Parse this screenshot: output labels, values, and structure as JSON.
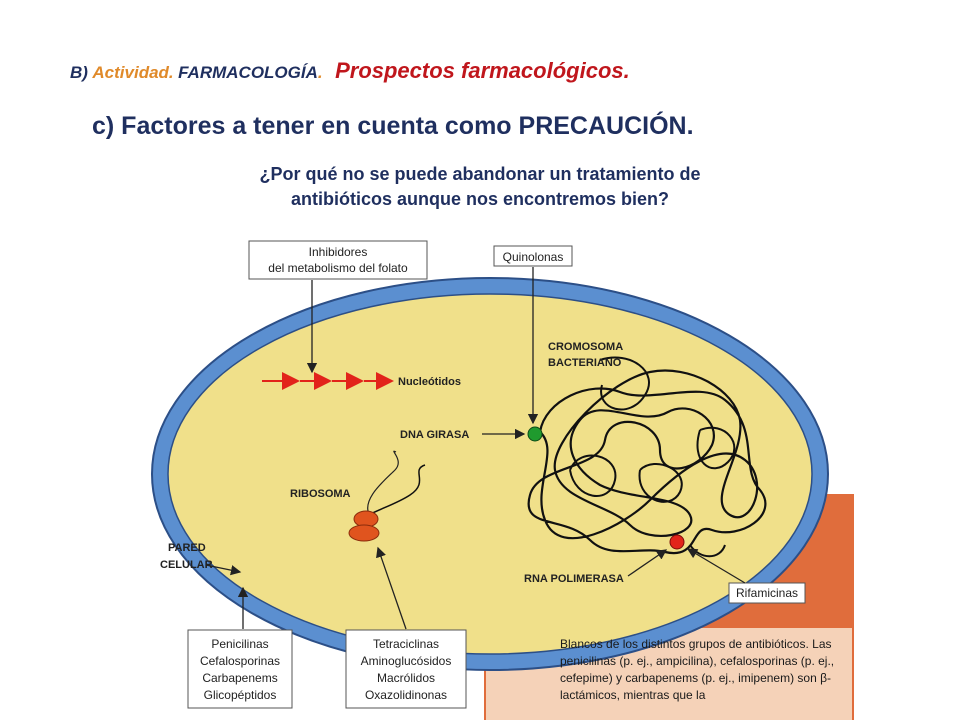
{
  "header": {
    "part1": "B)",
    "part2": "Actividad.",
    "part3": "FARMACOLOGÍA",
    "part4": ".",
    "part5": "Prospectos farmacológicos."
  },
  "subtitle": "c) Factores a tener en cuenta como PRECAUCIÓN.",
  "question": {
    "line1": "¿Por qué no se puede abandonar un tratamiento de",
    "line2": "antibióticos aunque nos encontremos bien?"
  },
  "diagram": {
    "inhibidores": [
      "Inhibidores",
      "del metabolismo del folato"
    ],
    "quinolonas": "Quinolonas",
    "cromosoma": [
      "CROMOSOMA",
      "BACTERIANO"
    ],
    "nucleotidos": "Nucleótidos",
    "dna_girasa": "DNA GIRASA",
    "ribosoma": "RIBOSOMA",
    "pared": [
      "PARED",
      "CELULAR"
    ],
    "rna_polimerasa": "RNA POLIMERASA",
    "rifamicinas": "Rifamicinas",
    "box_left": [
      "Penicilinas",
      "Cefalosporinas",
      "Carbapenems",
      "Glicopéptidos"
    ],
    "box_mid": [
      "Tetraciclinas",
      "Aminoglucósidos",
      "Macrólidos",
      "Oxazolidinonas"
    ],
    "caption": "Blancos de los distintos grupos de antibióticos. Las penicilinas (p. ej., ampicilina), cefalosporinas (p. ej., cefepime) y carbapenems (p. ej., imipenem) son β-lactámicos, mientras que la"
  },
  "colors": {
    "membrane_blue": "#5b8fd0",
    "cytoplasm": "#f0e08a",
    "panel_orange": "#e06d3c",
    "arrow_red": "#e2231a",
    "dna_girasa_dot": "#1f9a2e",
    "rna_pol_dot": "#e2231a",
    "ribosome": "#e0541e"
  }
}
